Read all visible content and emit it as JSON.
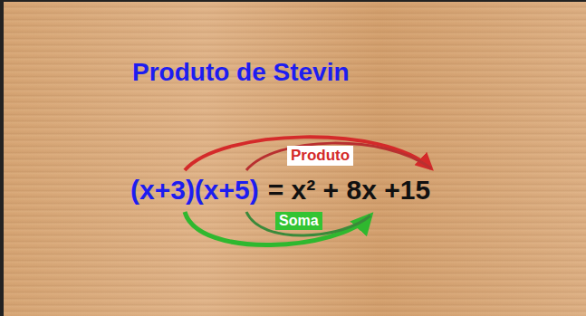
{
  "diagram": {
    "title": "Produto de Stevin",
    "nodes": [
      {
        "text": [
          "Produto"
        ]
      },
      {
        "text": [
          "Soma"
        ]
      }
    ],
    "labels": [
      "(x+3)(x+5)",
      "= x² + 8x +15"
    ]
  }
}
